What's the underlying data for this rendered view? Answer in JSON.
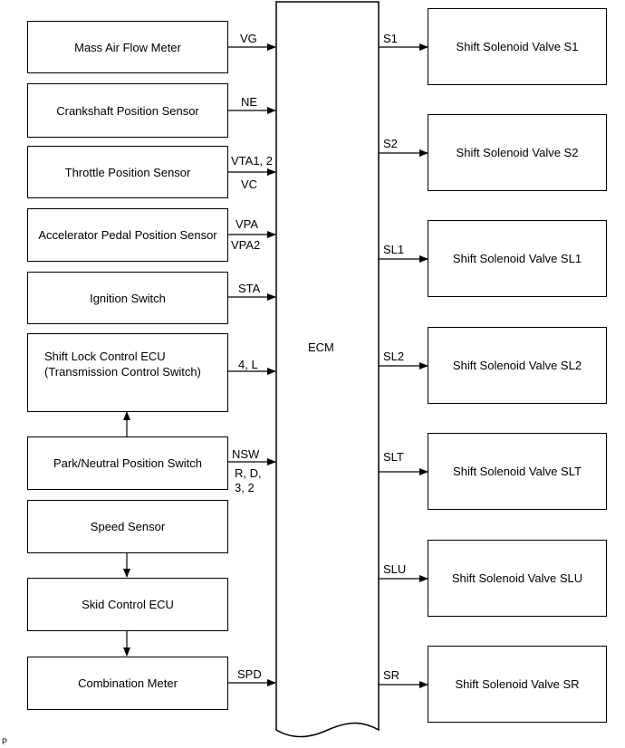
{
  "inputs": [
    {
      "name": "Mass Air Flow Meter",
      "signals": [
        "VG"
      ]
    },
    {
      "name": "Crankshaft Position Sensor",
      "signals": [
        "NE"
      ]
    },
    {
      "name": "Throttle Position Sensor",
      "signals": [
        "VTA1, 2",
        "VC"
      ]
    },
    {
      "name": "Accelerator Pedal Position Sensor",
      "signals": [
        "VPA",
        "VPA2"
      ]
    },
    {
      "name": "Ignition Switch",
      "signals": [
        "STA"
      ]
    },
    {
      "name_line1": "Shift Lock Control ECU",
      "name_line2": "(Transmission Control Switch)",
      "signals": [
        "4, L"
      ]
    },
    {
      "name": "Park/Neutral Position Switch",
      "signals": [
        "NSW",
        "R, D,",
        "3, 2"
      ]
    },
    {
      "name": "Speed Sensor"
    },
    {
      "name": "Skid Control ECU"
    },
    {
      "name": "Combination Meter",
      "signals": [
        "SPD"
      ]
    }
  ],
  "ecm": {
    "label": "ECM"
  },
  "outputs": [
    {
      "name": "Shift Solenoid Valve S1",
      "signal": "S1"
    },
    {
      "name": "Shift Solenoid Valve S2",
      "signal": "S2"
    },
    {
      "name": "Shift Solenoid Valve SL1",
      "signal": "SL1"
    },
    {
      "name": "Shift Solenoid Valve SL2",
      "signal": "SL2"
    },
    {
      "name": "Shift Solenoid Valve SLT",
      "signal": "SLT"
    },
    {
      "name": "Shift Solenoid Valve SLU",
      "signal": "SLU"
    },
    {
      "name": "Shift Solenoid Valve SR",
      "signal": "SR"
    }
  ],
  "footnote": "P"
}
